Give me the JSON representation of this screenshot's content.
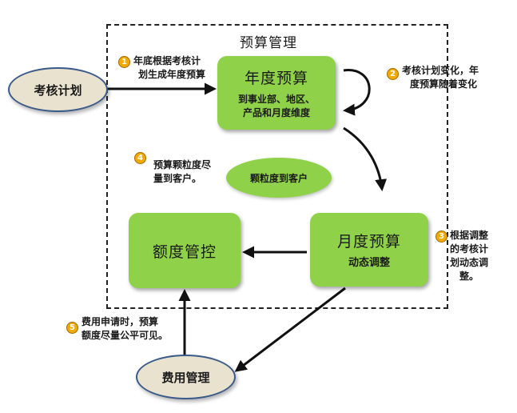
{
  "frame": {
    "title": "预算管理"
  },
  "nodes": {
    "plan": "考核计划",
    "annual": {
      "title": "年度预算",
      "sub_lines": [
        "到事业部、地区、",
        "产品和月度维度"
      ]
    },
    "monthly": {
      "title": "月度预算",
      "sub": "动态调整"
    },
    "quota": {
      "title": "额度管控"
    },
    "granularity": "颗粒度到客户",
    "expense": "费用管理"
  },
  "notes": [
    {
      "num": "1",
      "lines": [
        "年底根据考核计",
        "划生成年度预算"
      ]
    },
    {
      "num": "2",
      "lines": [
        "考核计划变化，年",
        "度预算随着变化"
      ]
    },
    {
      "num": "3",
      "lines": [
        "根据调整",
        "的考核计",
        "划动态调",
        "整。"
      ]
    },
    {
      "num": "4",
      "lines": [
        "预算颗粒度尽",
        "量到客户。"
      ]
    },
    {
      "num": "5",
      "lines": [
        "费用申请时，预算",
        "额度尽量公平可见。"
      ]
    }
  ],
  "colors": {
    "box_green": "#8fd24a",
    "badge_orange": "#f2a900",
    "oval_fill": "#e8e2cf",
    "oval_border": "#3a5a8a"
  }
}
